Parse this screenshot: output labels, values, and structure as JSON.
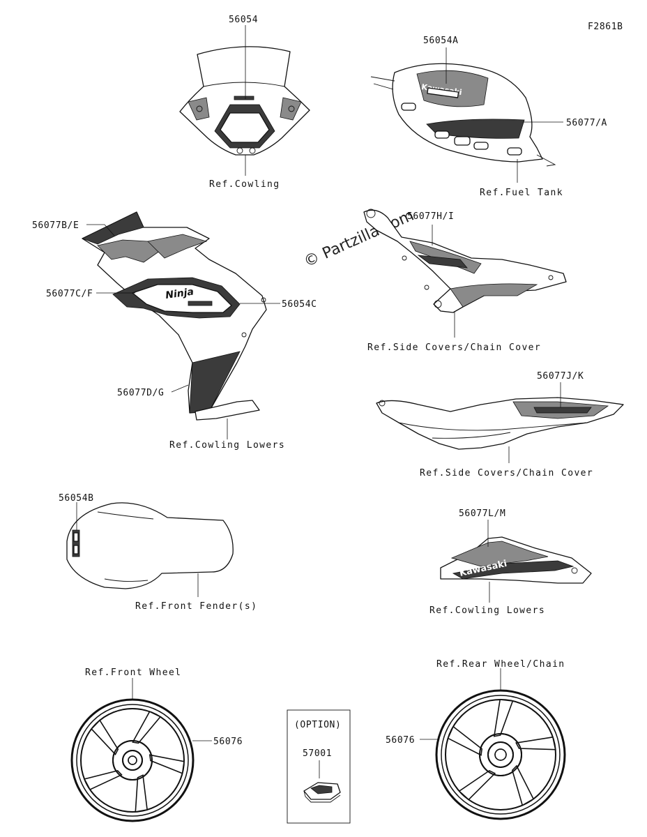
{
  "figure_code": "F2861B",
  "watermark": "© Partzilla.com",
  "parts": {
    "windshield": {
      "number": "56054",
      "ref": "Ref.Cowling"
    },
    "fuel_tank": {
      "number": "56054A",
      "number2": "56077/A",
      "ref": "Ref.Fuel Tank"
    },
    "upper_cowl": {
      "number_top": "56077B/E",
      "number_mid": "56077C/F",
      "number_logo": "56054C",
      "number_low": "56077D/G",
      "ref": "Ref.Cowling Lowers"
    },
    "side_cover": {
      "number": "56077H/I",
      "ref": "Ref.Side Covers/Chain Cover"
    },
    "tail_cover": {
      "number": "56077J/K",
      "ref": "Ref.Side Covers/Chain Cover"
    },
    "front_fender": {
      "number": "56054B",
      "ref": "Ref.Front Fender(s)"
    },
    "lower_cowl": {
      "number": "56077L/M",
      "ref": "Ref.Cowling Lowers"
    },
    "front_wheel": {
      "number": "56076",
      "ref": "Ref.Front Wheel"
    },
    "rear_wheel": {
      "number": "56076",
      "ref": "Ref.Rear Wheel/Chain"
    },
    "option": {
      "title": "(OPTION)",
      "number": "57001"
    }
  },
  "decal_text": {
    "brand": "Kawasaki",
    "model": "Ninja"
  }
}
